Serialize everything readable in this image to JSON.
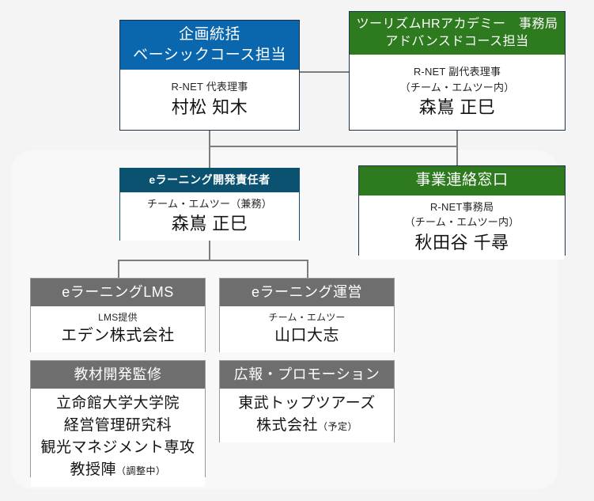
{
  "chart": {
    "type": "org-chart",
    "title": "",
    "colors": {
      "blue": "#0a66ad",
      "green": "#2d7a1f",
      "teal": "#0b5270",
      "gray": "#6e6e6e",
      "border": "#1d3448",
      "line": "#7d7d7d",
      "background": "#f4f4f4",
      "panel": "#f8f8f8"
    },
    "nodes": [
      {
        "id": "planning",
        "header": "企画統括\nベーシックコース担当",
        "header_line1": "企画統括",
        "header_line2": "ベーシックコース担当",
        "role": "R-NET 代表理事",
        "name": "村松 知木",
        "color": "blue"
      },
      {
        "id": "academy",
        "header_line1": "ツーリズムHRアカデミー　事務局",
        "header_line2": "アドバンスドコース担当",
        "role": "R-NET 副代表理事",
        "role2": "（チーム・エムツー内）",
        "name": "森嶌 正巳",
        "color": "green"
      },
      {
        "id": "elearning-dev",
        "header_line1": "eラーニング開発責任者",
        "role": "チーム・エムツー（兼務）",
        "name": "森嶌 正巳",
        "color": "teal"
      },
      {
        "id": "contact",
        "header_line1": "事業連絡窓口",
        "role": "R-NET事務局",
        "role2": "（チーム・エムツー内）",
        "name": "秋田谷 千尋",
        "color": "green"
      },
      {
        "id": "lms",
        "header_line1": "eラーニングLMS",
        "role": "LMS提供",
        "name": "エデン株式会社",
        "color": "gray"
      },
      {
        "id": "operation",
        "header_line1": "eラーニング運営",
        "role": "チーム・エムツー",
        "name": "山口大志",
        "color": "gray"
      },
      {
        "id": "material",
        "header_line1": "教材開発監修",
        "name_line1": "立命館大学大学院",
        "name_line2": "経営管理研究科",
        "name_line3": "観光マネジメント専攻",
        "name_line4": "教授陣",
        "note": "（調整中）",
        "color": "gray"
      },
      {
        "id": "promotion",
        "header_line1": "広報・プロモーション",
        "name_line1": "東武トップツアーズ",
        "name_line2": "株式会社",
        "note": "（予定）",
        "color": "gray"
      }
    ]
  }
}
